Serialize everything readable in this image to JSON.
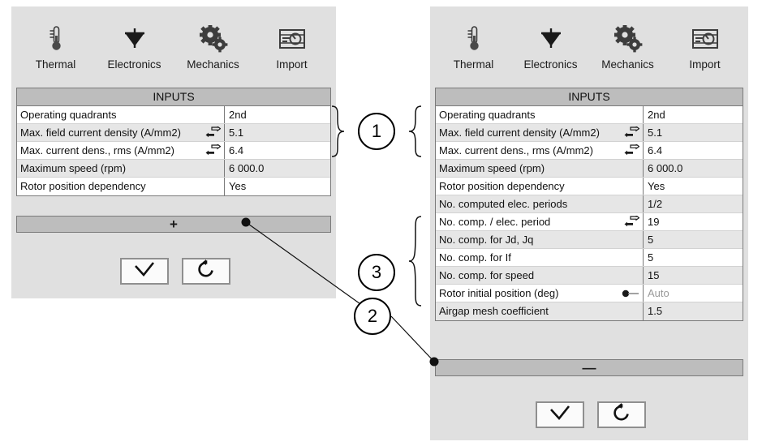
{
  "toolbar": {
    "items": [
      {
        "label": "Thermal",
        "icon": "thermometer-icon"
      },
      {
        "label": "Electronics",
        "icon": "diode-icon"
      },
      {
        "label": "Mechanics",
        "icon": "gears-icon"
      },
      {
        "label": "Import",
        "icon": "import-gauge-icon"
      }
    ]
  },
  "table": {
    "header": "INPUTS",
    "collapsed_rows": [
      {
        "label": "Operating quadrants",
        "icon": "",
        "value": "2nd",
        "muted": false
      },
      {
        "label": "Max. field current density (A/mm2)",
        "icon": "swap-arrows-icon",
        "value": "5.1",
        "muted": false
      },
      {
        "label": "Max. current dens., rms (A/mm2)",
        "icon": "swap-arrows-icon",
        "value": "6.4",
        "muted": false
      },
      {
        "label": "Maximum speed (rpm)",
        "icon": "",
        "value": "6 000.0",
        "muted": false
      },
      {
        "label": "Rotor position dependency",
        "icon": "",
        "value": "Yes",
        "muted": false
      }
    ],
    "advanced_rows": [
      {
        "label": "No. computed elec. periods",
        "icon": "",
        "value": "1/2",
        "muted": false
      },
      {
        "label": "No. comp. / elec. period",
        "icon": "swap-arrows-icon",
        "value": "19",
        "muted": false
      },
      {
        "label": "No. comp. for Jd, Jq",
        "icon": "",
        "value": "5",
        "muted": false
      },
      {
        "label": "No. comp. for If",
        "icon": "",
        "value": "5",
        "muted": false
      },
      {
        "label": "No. comp. for speed",
        "icon": "",
        "value": "15",
        "muted": false
      },
      {
        "label": "Rotor initial position (deg)",
        "icon": "pin-connector-icon",
        "value": "Auto",
        "muted": true
      },
      {
        "label": "Airgap mesh coefficient",
        "icon": "",
        "value": "1.5",
        "muted": false
      }
    ]
  },
  "expander": {
    "expand_sign": "+",
    "collapse_sign": "—"
  },
  "buttons": {
    "confirm": "check-icon",
    "reset": "reset-arrow-icon"
  },
  "callouts": [
    {
      "number": "1"
    },
    {
      "number": "2"
    },
    {
      "number": "3"
    }
  ],
  "colors": {
    "panel_bg": "#e0e0e0",
    "header_bg": "#bdbdbd",
    "row_alt": "#e6e6e6",
    "row_plain": "#ffffff",
    "border": "#7a7a7a",
    "muted_text": "#9a9a9a"
  }
}
